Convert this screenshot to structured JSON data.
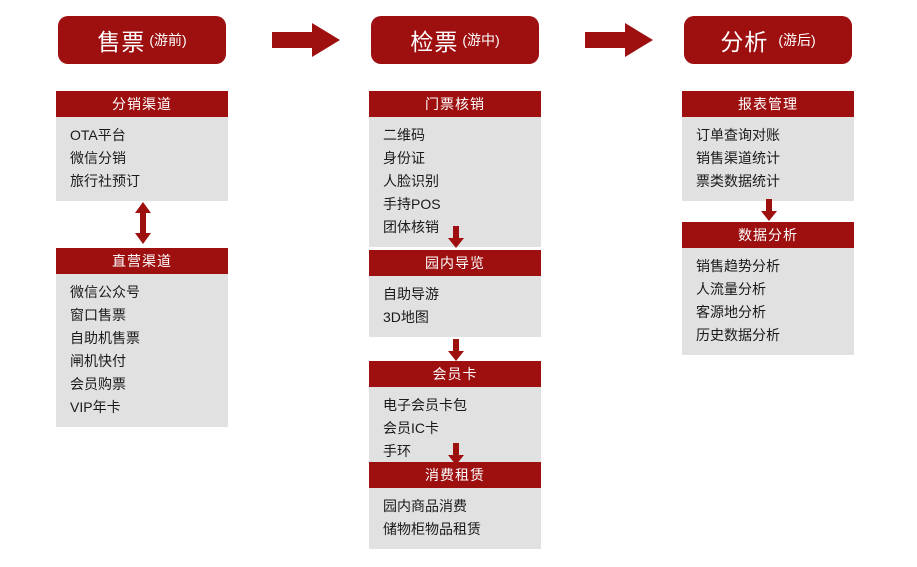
{
  "theme": {
    "accent": "#9E0F10",
    "panel_bg": "#E1E1E1",
    "text": "#1a1a1a",
    "page_bg": "#FFFFFF"
  },
  "stages": [
    {
      "id": "pre",
      "main": "售票",
      "sub": "(游前)"
    },
    {
      "id": "mid",
      "main": "检票",
      "sub": "(游中)"
    },
    {
      "id": "post",
      "main": "分析",
      "sub": "(游后)"
    }
  ],
  "connectors": {
    "stage_arrow_1": "arrow-right",
    "stage_arrow_2": "arrow-right",
    "channel_bidirectional": "arrow-up-down",
    "mid_arrow_1": "arrow-down",
    "mid_arrow_2": "arrow-down",
    "mid_arrow_3": "arrow-down",
    "post_arrow_1": "arrow-down"
  },
  "columns": {
    "pre": {
      "cards": [
        {
          "title": "分销渠道",
          "items": [
            "OTA平台",
            "微信分销",
            "旅行社预订"
          ]
        },
        {
          "title": "直营渠道",
          "items": [
            "微信公众号",
            "窗口售票",
            "自助机售票",
            "闸机快付",
            "会员购票",
            "VIP年卡"
          ]
        }
      ]
    },
    "mid": {
      "cards": [
        {
          "title": "门票核销",
          "items": [
            "二维码",
            "身份证",
            "人脸识别",
            "手持POS",
            "团体核销"
          ]
        },
        {
          "title": "园内导览",
          "items": [
            "自助导游",
            "3D地图"
          ]
        },
        {
          "title": "会员卡",
          "items": [
            "电子会员卡包",
            "会员IC卡",
            "手环"
          ]
        },
        {
          "title": "消费租赁",
          "items": [
            "园内商品消费",
            "储物柜物品租赁"
          ]
        }
      ]
    },
    "post": {
      "cards": [
        {
          "title": "报表管理",
          "items": [
            "订单查询对账",
            "销售渠道统计",
            "票类数据统计"
          ]
        },
        {
          "title": "数据分析",
          "items": [
            "销售趋势分析",
            "人流量分析",
            "客源地分析",
            "历史数据分析"
          ]
        }
      ]
    }
  }
}
